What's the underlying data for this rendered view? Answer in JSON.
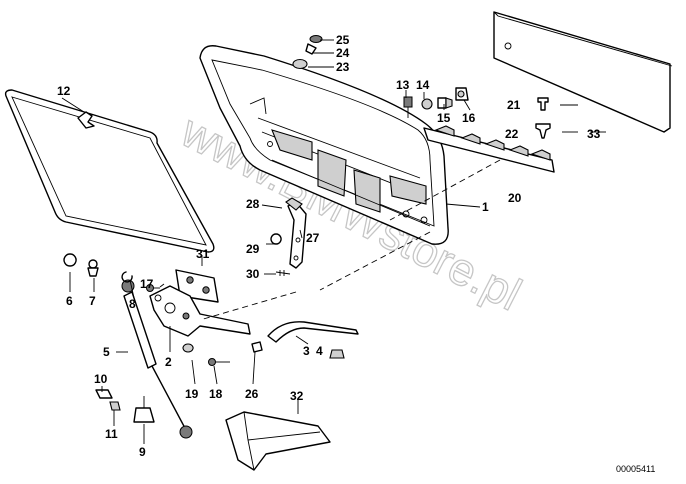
{
  "diagram": {
    "watermark": "www.BMWstore.pl",
    "document_id": "00005411",
    "callouts": [
      "1",
      "2",
      "3",
      "4",
      "5",
      "6",
      "7",
      "8",
      "9",
      "10",
      "11",
      "12",
      "13",
      "14",
      "15",
      "16",
      "17",
      "18",
      "19",
      "20",
      "21",
      "22",
      "23",
      "24",
      "25",
      "26",
      "27",
      "28",
      "29",
      "30",
      "31",
      "32",
      "33"
    ]
  }
}
